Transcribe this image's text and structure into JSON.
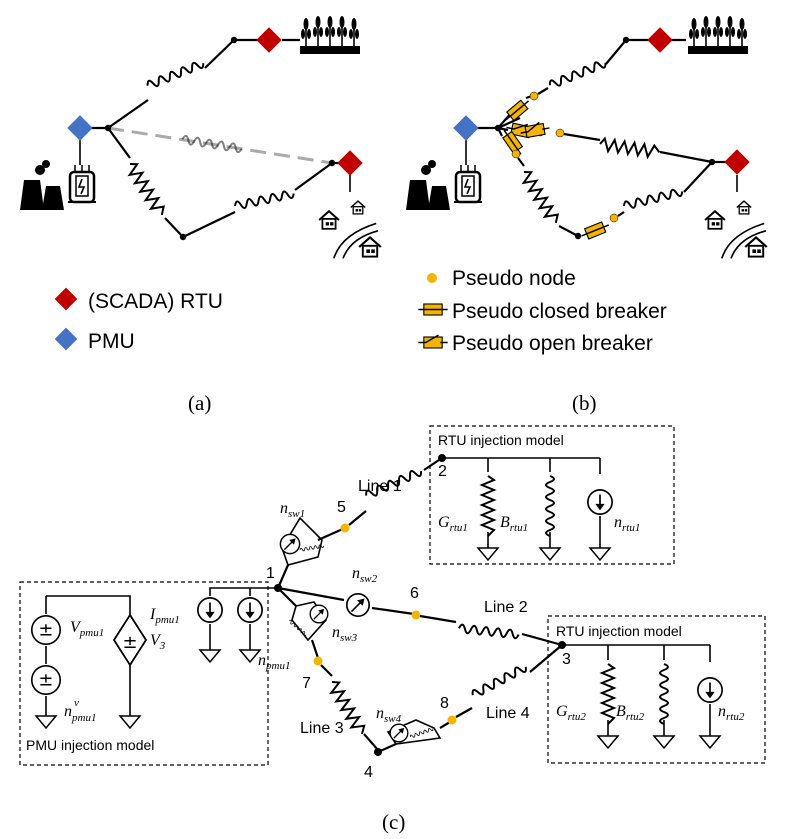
{
  "panels": {
    "a": {
      "label": "(a)"
    },
    "b": {
      "label": "(b)"
    },
    "c": {
      "label": "(c)"
    }
  },
  "legend_a": {
    "rtu": "(SCADA) RTU",
    "pmu": "PMU"
  },
  "legend_b": {
    "pseudo_node": "Pseudo node",
    "closed_breaker": "Pseudo closed breaker",
    "open_breaker": "Pseudo open breaker"
  },
  "circuit": {
    "rtu_model_1": "RTU injection model",
    "rtu_model_2": "RTU injection model",
    "pmu_model": "PMU injection model",
    "lines": [
      "Line 1",
      "Line 2",
      "Line 3",
      "Line 4"
    ],
    "nodes": [
      "1",
      "2",
      "3",
      "4",
      "5",
      "6",
      "7",
      "8"
    ],
    "symbols": {
      "n_sw": "n",
      "sw1": "sw1",
      "sw2": "sw2",
      "sw3": "sw3",
      "sw4": "sw4",
      "G": "G",
      "B": "B",
      "rtu1": "rtu1",
      "rtu2": "rtu2",
      "I": "I",
      "V": "V",
      "pmu1": "pmu1",
      "V3": "3",
      "v_sup": "v"
    }
  },
  "colors": {
    "rtu": "#c00000",
    "pmu": "#4472c4",
    "pseudo": "#f5b400",
    "dashed_line": "#aaaaaa"
  }
}
